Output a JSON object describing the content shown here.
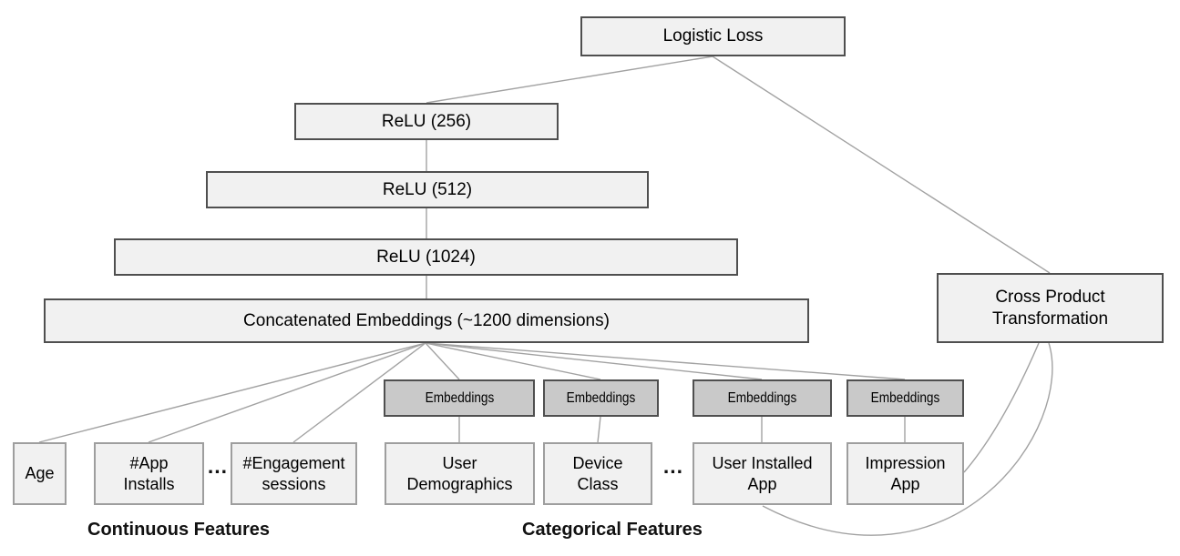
{
  "diagram": {
    "title_hint": "Wide and Deep model architecture",
    "nodes": {
      "logistic_loss": "Logistic Loss",
      "relu_256": "ReLU (256)",
      "relu_512": "ReLU (512)",
      "relu_1024": "ReLU (1024)",
      "concatenated_embeddings": "Concatenated Embeddings (~1200 dimensions)",
      "cross_product": "Cross Product Transformation",
      "embeddings_label": "Embeddings",
      "age": "Age",
      "app_installs": "#App Installs",
      "engagement_sessions": "#Engagement sessions",
      "user_demographics": "User Demographics",
      "device_class": "Device Class",
      "user_installed_app": "User Installed App",
      "impression_app": "Impression App"
    },
    "ellipsis": "...",
    "group_labels": {
      "continuous": "Continuous Features",
      "categorical": "Categorical Features"
    },
    "colors": {
      "box_fill": "#f1f1f1",
      "embedding_fill": "#c9c9c9",
      "border_dark": "#4f4f4f",
      "border_light": "#9e9e9e",
      "connector": "#a2a2a2",
      "text": "#000000"
    }
  }
}
